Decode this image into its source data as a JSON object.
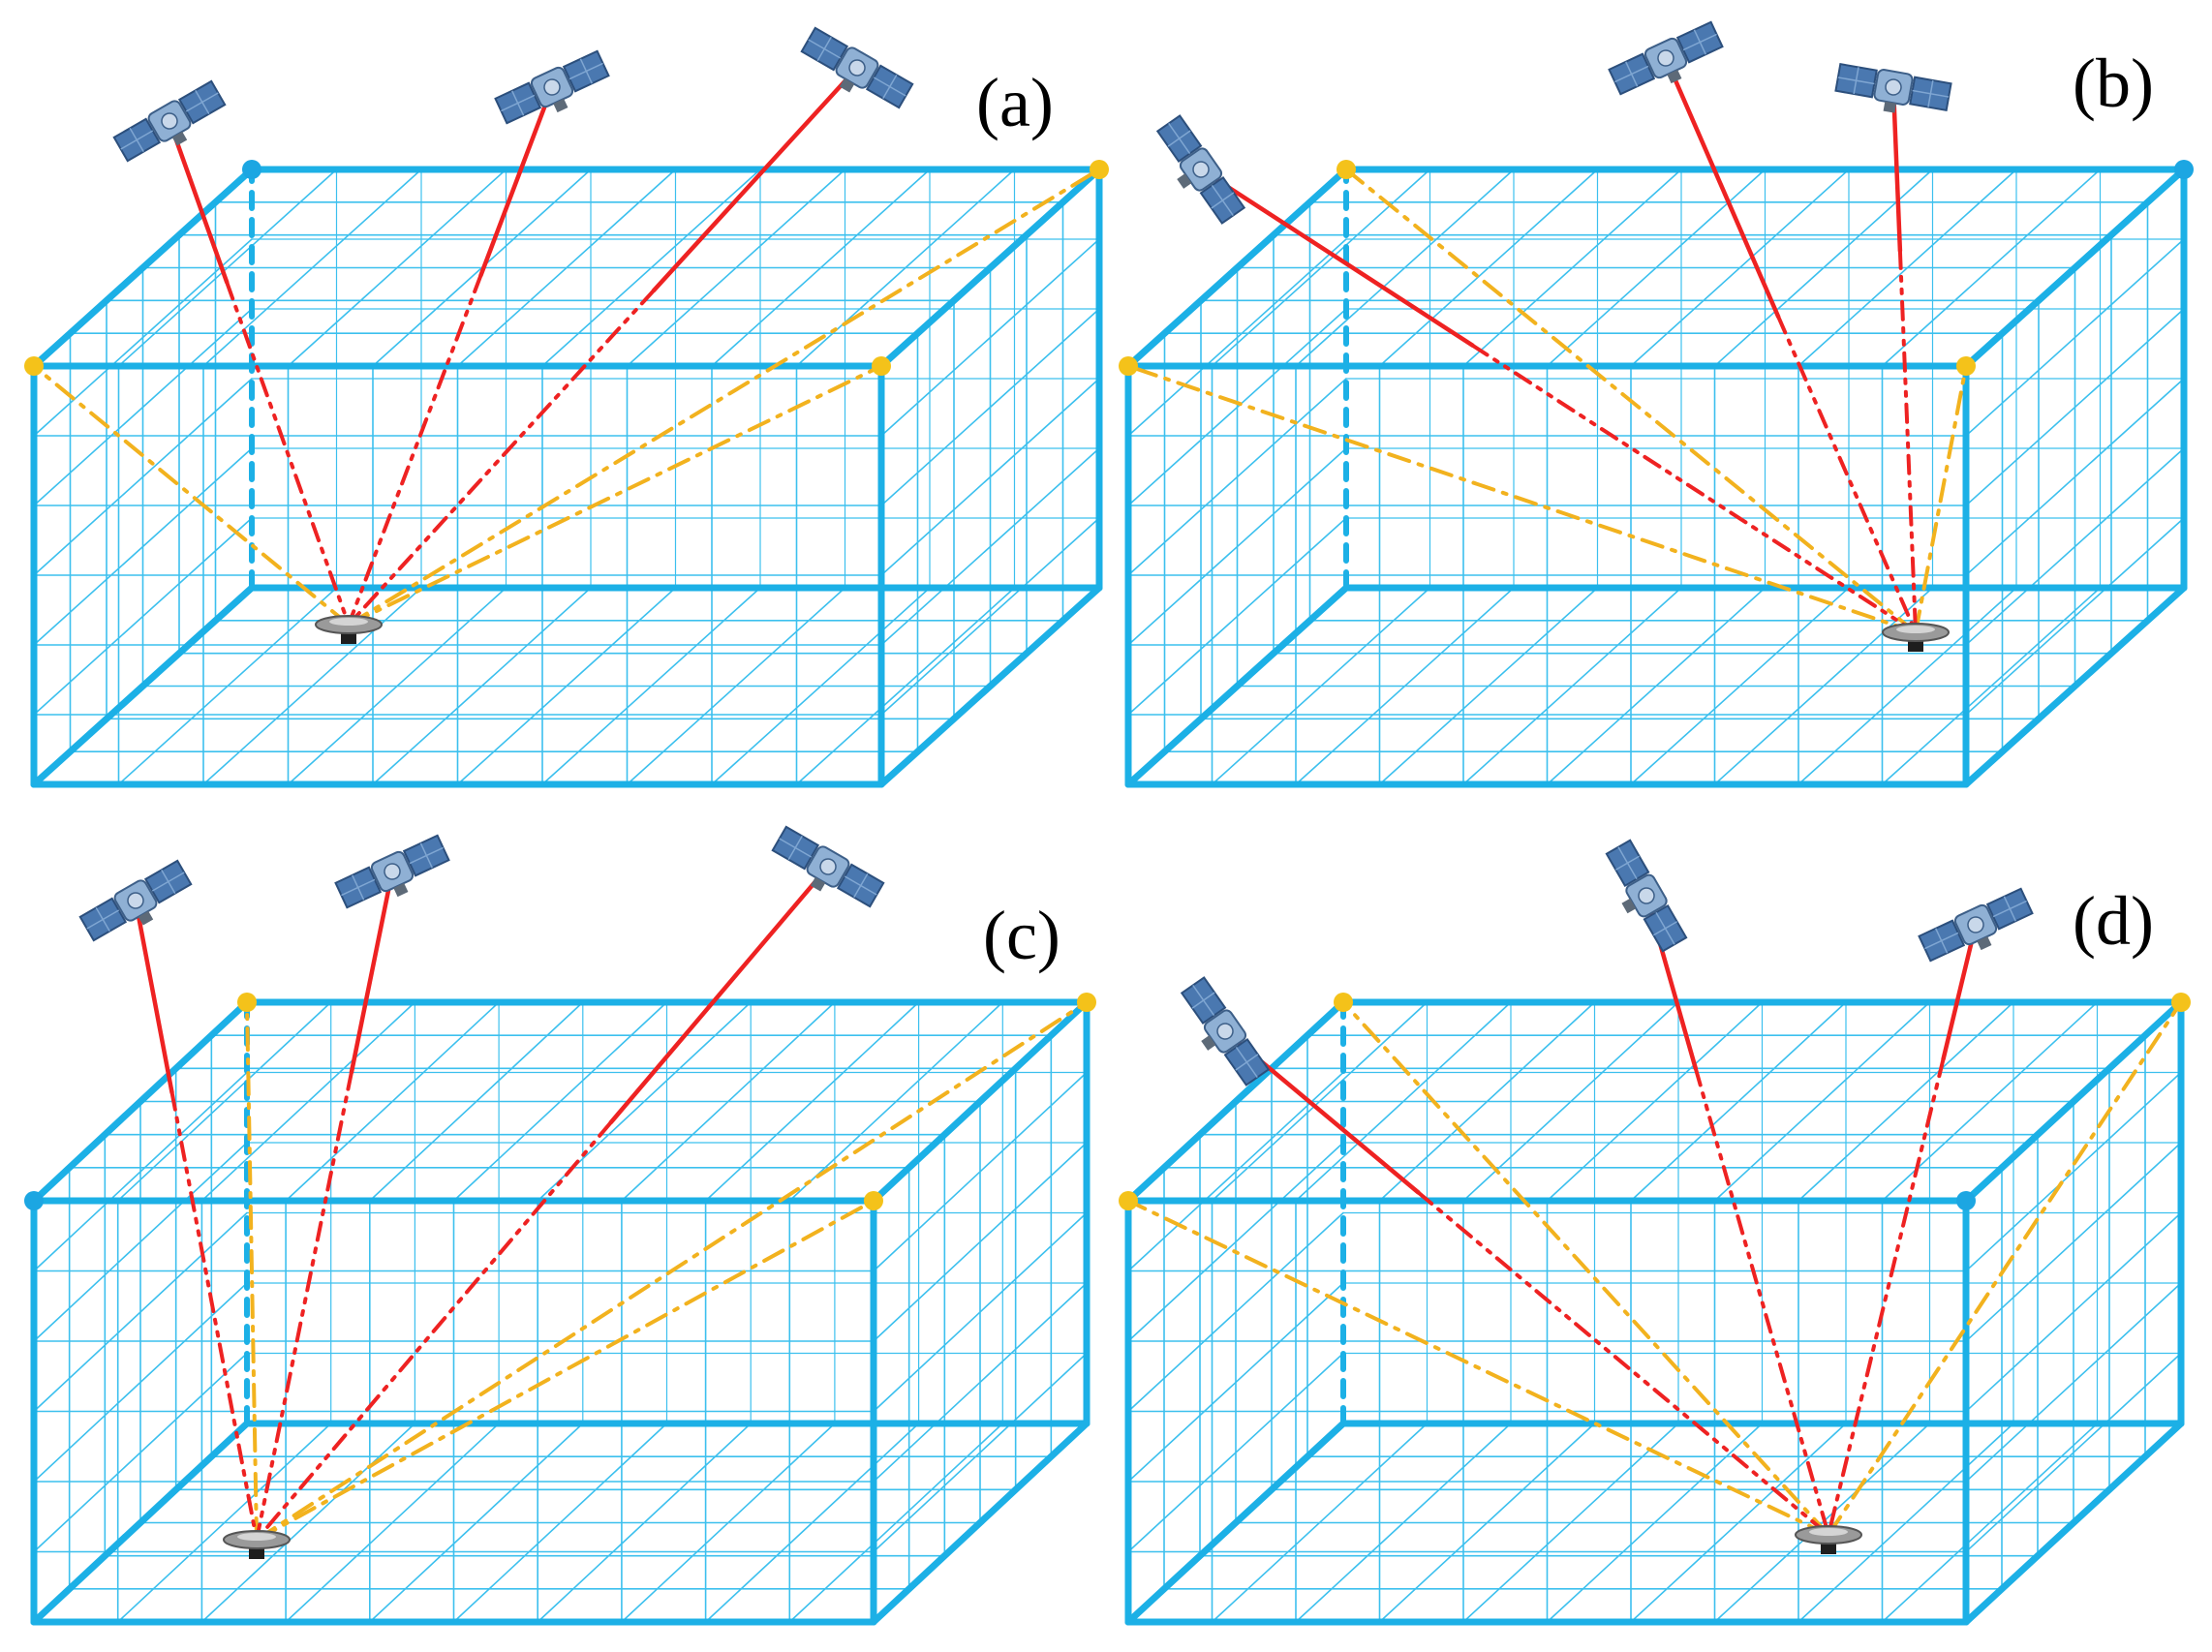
{
  "panels": [
    {
      "id": "a",
      "label": "(a)",
      "satellite_count": 3,
      "receiver": "near-front-left-floor"
    },
    {
      "id": "b",
      "label": "(b)",
      "satellite_count": 3,
      "receiver": "near-front-right-floor"
    },
    {
      "id": "c",
      "label": "(c)",
      "satellite_count": 3,
      "receiver": "front-left-floor-corner"
    },
    {
      "id": "d",
      "label": "(d)",
      "satellite_count": 3,
      "receiver": "front-right-floor"
    }
  ],
  "colors": {
    "grid_frame": "#1cb0e6",
    "grid_lines": "#3cc0ee",
    "signal_line": "#ee2222",
    "vertex_line": "#f2b21e",
    "vertex_marker": "#f4c21a",
    "vertex_marker_alt": "#1ca6e2",
    "satellite_body": "#5f8fc0",
    "receiver": "#6b6b6b"
  },
  "icons": [
    "satellite-icon",
    "gnss-receiver-icon"
  ]
}
